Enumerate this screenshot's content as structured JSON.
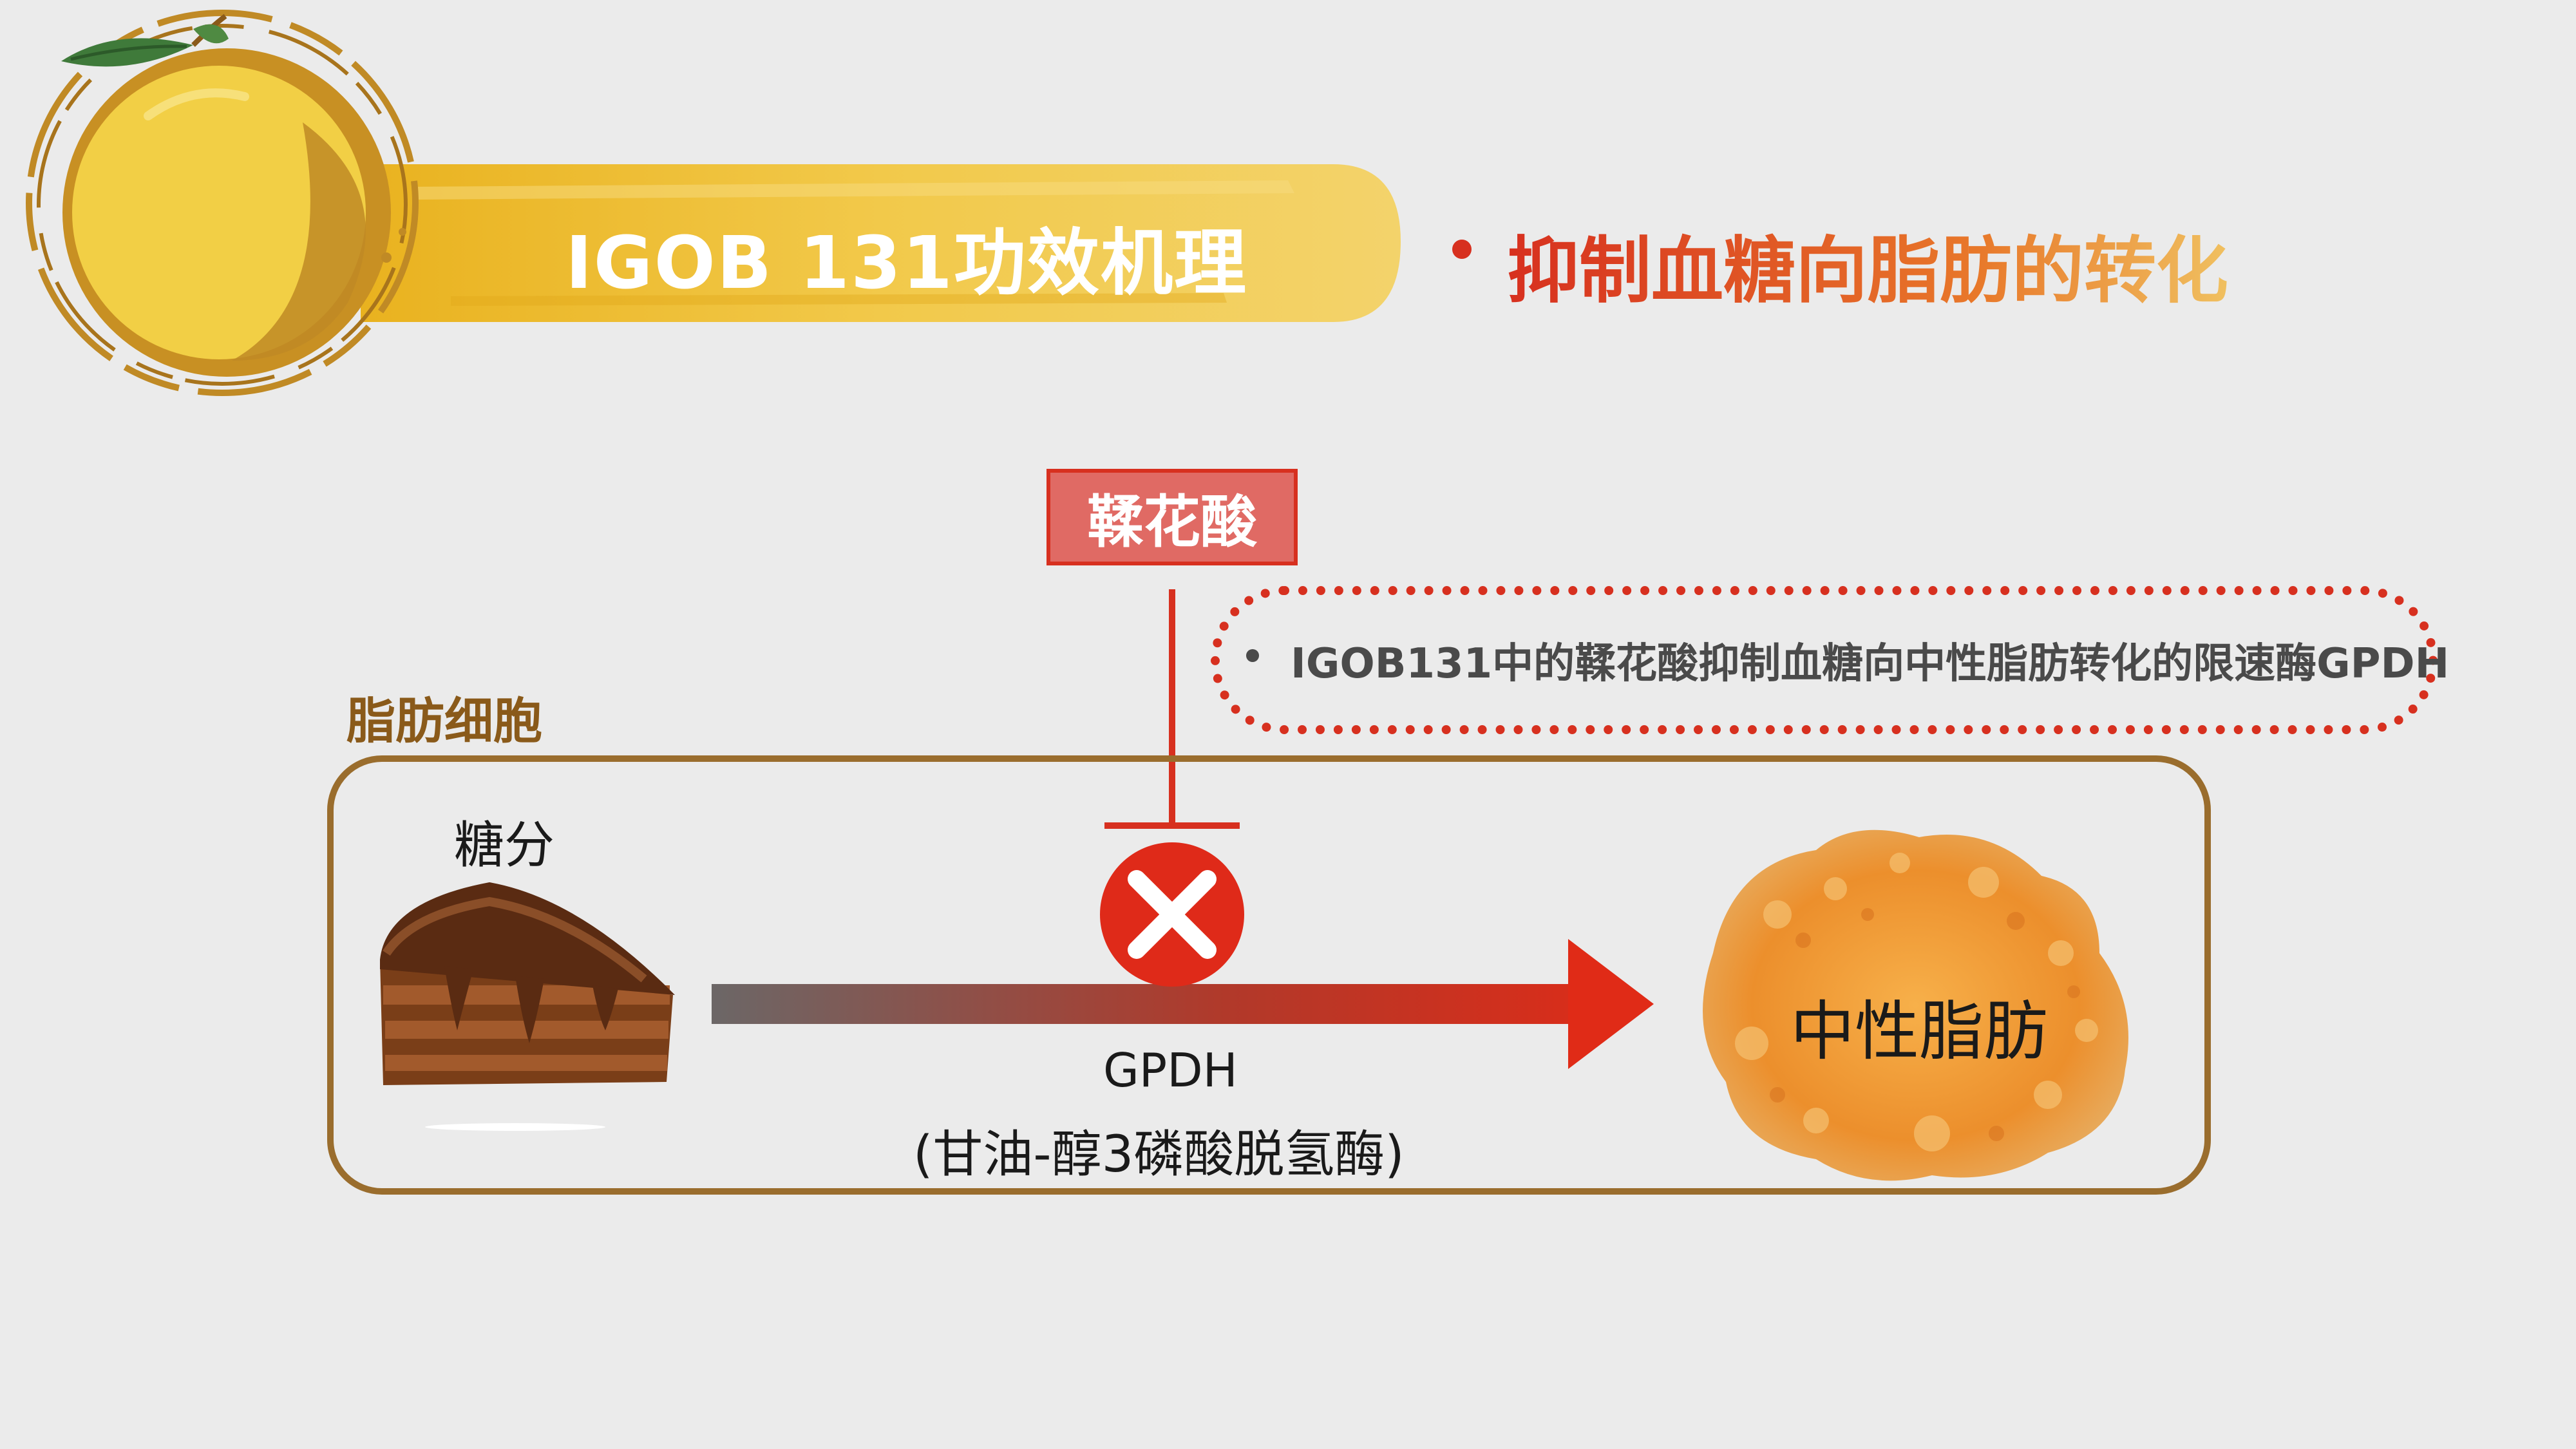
{
  "header": {
    "title": "IGOB 131功效机理",
    "subtitle": "抑制血糖向脂肪的转化"
  },
  "diagram": {
    "inhibitor": "鞣花酸",
    "note": "IGOB131中的鞣花酸抑制血糖向中性脂肪转化的限速酶GPDH",
    "cell_label": "脂肪细胞",
    "source_label": "糖分",
    "target_label": "中性脂肪",
    "enzyme": "GPDH",
    "enzyme_full": "(甘油-醇3磷酸脱氢酶)"
  },
  "icons": [
    "orange-logo-icon",
    "cake-icon",
    "fat-tissue-icon",
    "blocked-x-icon"
  ],
  "colors": {
    "accent_red": "#d7301f",
    "banner_yellow": "#f2c531",
    "cell_border": "#9a6d2d",
    "inhibitor_box": "#e06a64"
  }
}
